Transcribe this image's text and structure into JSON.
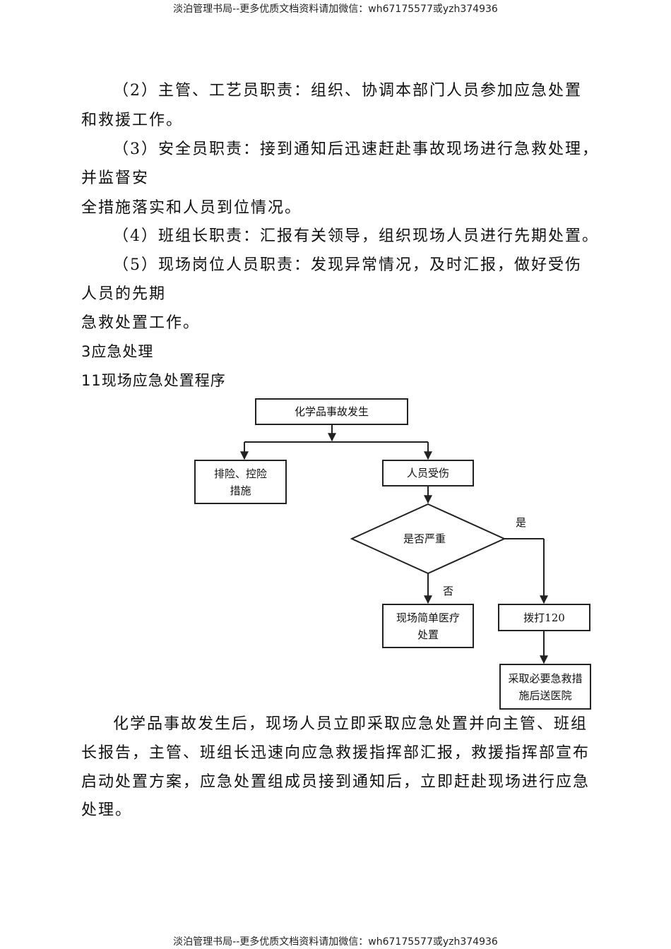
{
  "header": {
    "text": "淡泊管理书局--更多优质文档资料请加微信：wh67175577或yzh374936"
  },
  "footer": {
    "text": "淡泊管理书局--更多优质文档资料请加微信：wh67175577或yzh374936"
  },
  "paragraphs": {
    "p2_line1": "（2）主管、工艺员职责：组织、协调本部门人员参加应急处置",
    "p2_line2": "和救援工作。",
    "p3_line1": "（3）安全员职责：接到通知后迅速赶赴事故现场进行急救处理，",
    "p3_line2": "并监督安",
    "p3_line3": "全措施落实和人员到位情况。",
    "p4_line1": "（4）班组长职责：汇报有关领导，组织现场人员进行先期处置。",
    "p5_line1": "（5）现场岗位人员职责：发现异常情况，及时汇报，做好受伤",
    "p5_line2": "人员的先期",
    "p5_line3": "急救处置工作。"
  },
  "section_heading": "3应急处理",
  "subsection_heading": "11现场应急处置程序",
  "flowchart": {
    "start": "化学品事故发生",
    "rescue_measures": "排险、控险措施",
    "injury": "人员受伤",
    "decision": "是否严重",
    "yes_label": "是",
    "no_label": "否",
    "simple_treatment": "现场简单医疗处置",
    "call_120": "拨打120",
    "send_hospital": "采取必要急救措施后送医院"
  },
  "closing": {
    "line1": "化学品事故发生后，现场人员立即采取应急处置并向主管、班组",
    "line2": "长报告，主管、班组长迅速向应急救援指挥部汇报，救援指挥部宣布",
    "line3": "启动处置方案，应急处置组成员接到通知后，立即赶赴现场进行应急",
    "line4": "处理。"
  }
}
